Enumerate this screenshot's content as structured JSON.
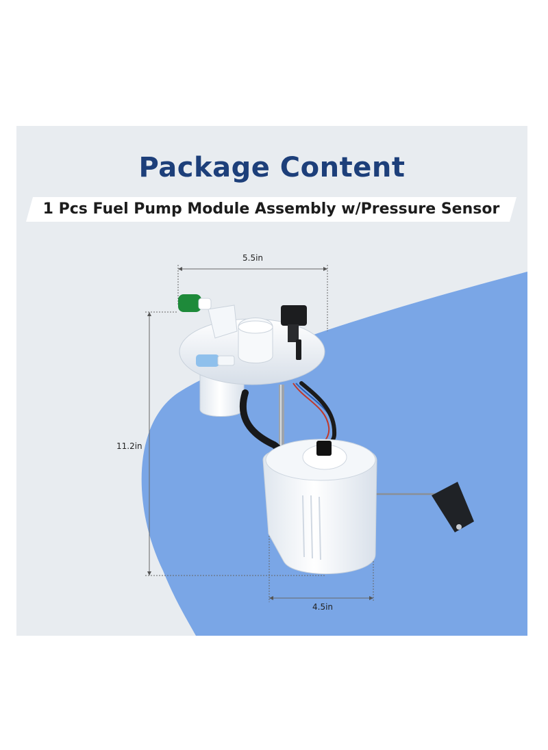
{
  "colors": {
    "panel_bg": "#e8ecf0",
    "blue_shape": "#7aa6e6",
    "title": "#1d3f7a",
    "band": "#ffffff"
  },
  "heading": {
    "title": "Package Content",
    "subtitle": "1 Pcs Fuel Pump Module Assembly w/Pressure Sensor"
  },
  "dimensions": {
    "width": "5.5in",
    "height": "11.2in",
    "base_width": "4.5in"
  },
  "image": {
    "subject": "fuel-pump-module-assembly"
  }
}
